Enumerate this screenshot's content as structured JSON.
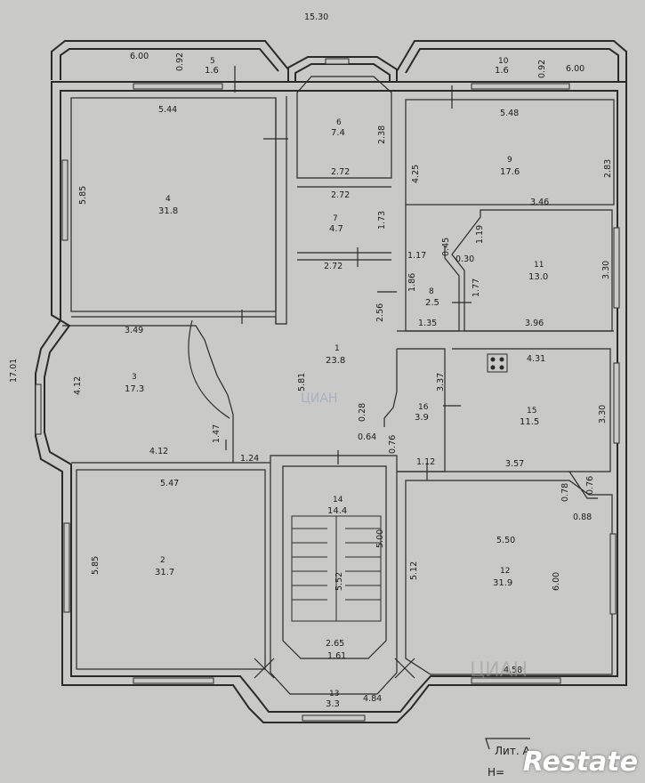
{
  "plan": {
    "overall_width": "15.30",
    "overall_height": "17.01",
    "rooms": [
      {
        "number": "5",
        "area": "1.6"
      },
      {
        "number": "10",
        "area": "1.6"
      },
      {
        "number": "4",
        "area": "31.8"
      },
      {
        "number": "6",
        "area": "7.4"
      },
      {
        "number": "7",
        "area": "4.7"
      },
      {
        "number": "9",
        "area": "17.6"
      },
      {
        "number": "8",
        "area": "2.5"
      },
      {
        "number": "11",
        "area": "13.0"
      },
      {
        "number": "1",
        "area": "23.8"
      },
      {
        "number": "3",
        "area": "17.3"
      },
      {
        "number": "16",
        "area": "3.9"
      },
      {
        "number": "15",
        "area": "11.5"
      },
      {
        "number": "2",
        "area": "31.7"
      },
      {
        "number": "14",
        "area": "14.4"
      },
      {
        "number": "12",
        "area": "31.9"
      },
      {
        "number": "13",
        "area": "3.3"
      }
    ],
    "dimensions": [
      "6.00",
      "0.92",
      "6.00",
      "0.92",
      "5.44",
      "2.38",
      "5.48",
      "2.72",
      "2.72",
      "4.25",
      "2.83",
      "5.85",
      "1.73",
      "3.46",
      "2.72",
      "1.17",
      "0.45",
      "1.19",
      "0.30",
      "1.86",
      "1.77",
      "3.30",
      "2.56",
      "1.35",
      "3.96",
      "3.49",
      "4.31",
      "4.12",
      "5.81",
      "3.37",
      "3.30",
      "0.28",
      "0.64",
      "0.76",
      "1.47",
      "4.12",
      "1.24",
      "1.12",
      "3.57",
      "0.78",
      "0.76",
      "5.47",
      "0.88",
      "5.85",
      "5.00",
      "5.52",
      "5.50",
      "5.12",
      "6.00",
      "2.65",
      "1.61",
      "4.58",
      "4.84"
    ],
    "legend_text": "Лит. А",
    "h_text": "H=",
    "watermark_center": "ЦИАН",
    "watermark_bottom": "ЦИАН",
    "brand": "Restate"
  }
}
